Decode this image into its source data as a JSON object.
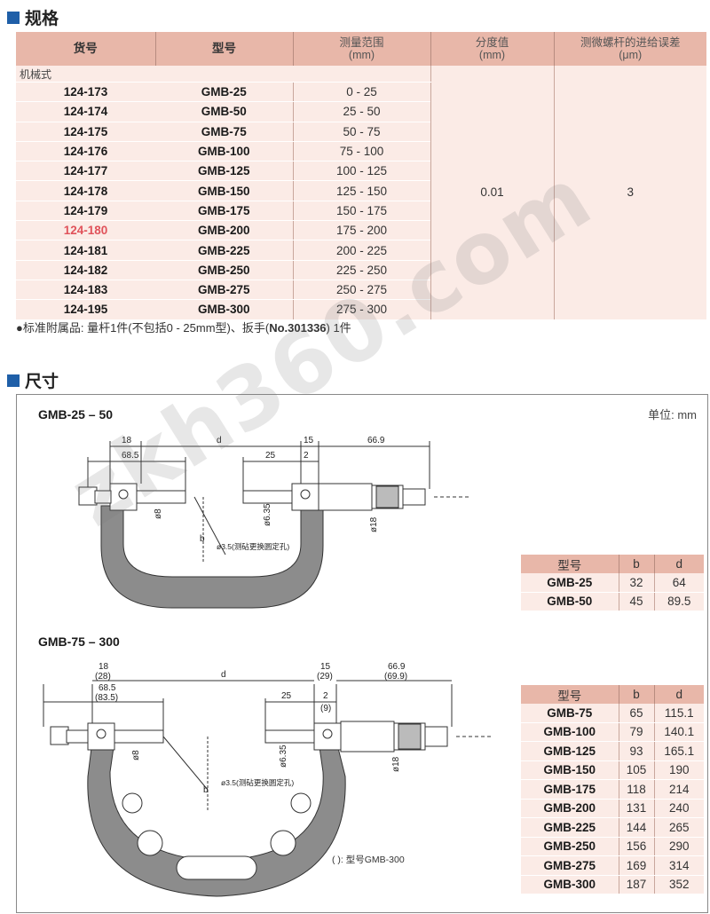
{
  "spec_section": {
    "title": "规格",
    "headers": {
      "code": "货号",
      "model": "型号",
      "range": "测量范围",
      "range_unit": "(mm)",
      "grad": "分度值",
      "grad_unit": "(mm)",
      "feed": "测微螺杆的进给误差",
      "feed_unit": "(μm)"
    },
    "category": "机械式",
    "rows": [
      {
        "code": "124-173",
        "model": "GMB-25",
        "range": "0 - 25"
      },
      {
        "code": "124-174",
        "model": "GMB-50",
        "range": "25 - 50"
      },
      {
        "code": "124-175",
        "model": "GMB-75",
        "range": "50 - 75"
      },
      {
        "code": "124-176",
        "model": "GMB-100",
        "range": "75 - 100"
      },
      {
        "code": "124-177",
        "model": "GMB-125",
        "range": "100 - 125"
      },
      {
        "code": "124-178",
        "model": "GMB-150",
        "range": "125 - 150"
      },
      {
        "code": "124-179",
        "model": "GMB-175",
        "range": "150 - 175"
      },
      {
        "code": "124-180",
        "model": "GMB-200",
        "range": "175 - 200"
      },
      {
        "code": "124-181",
        "model": "GMB-225",
        "range": "200 - 225"
      },
      {
        "code": "124-182",
        "model": "GMB-250",
        "range": "225 - 250"
      },
      {
        "code": "124-183",
        "model": "GMB-275",
        "range": "250 - 275"
      },
      {
        "code": "124-195",
        "model": "GMB-300",
        "range": "275 - 300"
      }
    ],
    "graduation": "0.01",
    "feed_error": "3",
    "note_prefix": "●标准附属品: 量杆1件(不包括0 - 25mm型)、扳手(",
    "note_part": "No.301336",
    "note_suffix": ") 1件"
  },
  "dim_section": {
    "title": "尺寸",
    "unit": "单位: mm",
    "small": {
      "title": "GMB-25 – 50",
      "labels": {
        "d18": "18",
        "d68": "68.5",
        "d": "d",
        "d15": "15",
        "d669": "66.9",
        "d25": "25",
        "d2": "2",
        "phi8": "ø8",
        "phi635": "ø6.35",
        "phi18": "ø18",
        "phi35": "ø3.5(测砧更换圆定孔)",
        "b": "b"
      },
      "table_header": {
        "model": "型号",
        "b": "b",
        "d": "d"
      },
      "table": [
        {
          "model": "GMB-25",
          "b": "32",
          "d": "64"
        },
        {
          "model": "GMB-50",
          "b": "45",
          "d": "89.5"
        }
      ]
    },
    "large": {
      "title": "GMB-75 – 300",
      "labels": {
        "d18": "18",
        "d18p": "(28)",
        "d68": "68.5",
        "d68p": "(83.5)",
        "d": "d",
        "d15": "15",
        "d15p": "(29)",
        "d669": "66.9",
        "d669p": "(69.9)",
        "d25": "25",
        "d2": "2",
        "d2p": "(9)",
        "phi8": "ø8",
        "phi635": "ø6.35",
        "phi18": "ø18",
        "phi35": "ø3.5(测砧更换圆定孔)",
        "b": "b"
      },
      "footnote": "( ): 型号GMB-300",
      "table_header": {
        "model": "型号",
        "b": "b",
        "d": "d"
      },
      "table": [
        {
          "model": "GMB-75",
          "b": "65",
          "d": "115.1"
        },
        {
          "model": "GMB-100",
          "b": "79",
          "d": "140.1"
        },
        {
          "model": "GMB-125",
          "b": "93",
          "d": "165.1"
        },
        {
          "model": "GMB-150",
          "b": "105",
          "d": "190"
        },
        {
          "model": "GMB-175",
          "b": "118",
          "d": "214"
        },
        {
          "model": "GMB-200",
          "b": "131",
          "d": "240"
        },
        {
          "model": "GMB-225",
          "b": "144",
          "d": "265"
        },
        {
          "model": "GMB-250",
          "b": "156",
          "d": "290"
        },
        {
          "model": "GMB-275",
          "b": "169",
          "d": "314"
        },
        {
          "model": "GMB-300",
          "b": "187",
          "d": "352"
        }
      ]
    },
    "watermark": "zkh360.com"
  },
  "colors": {
    "accent": "#1f5fa8",
    "header_bg": "#e8b7a9",
    "row_bg": "#fbebe6",
    "highlight": "#e0525a"
  }
}
